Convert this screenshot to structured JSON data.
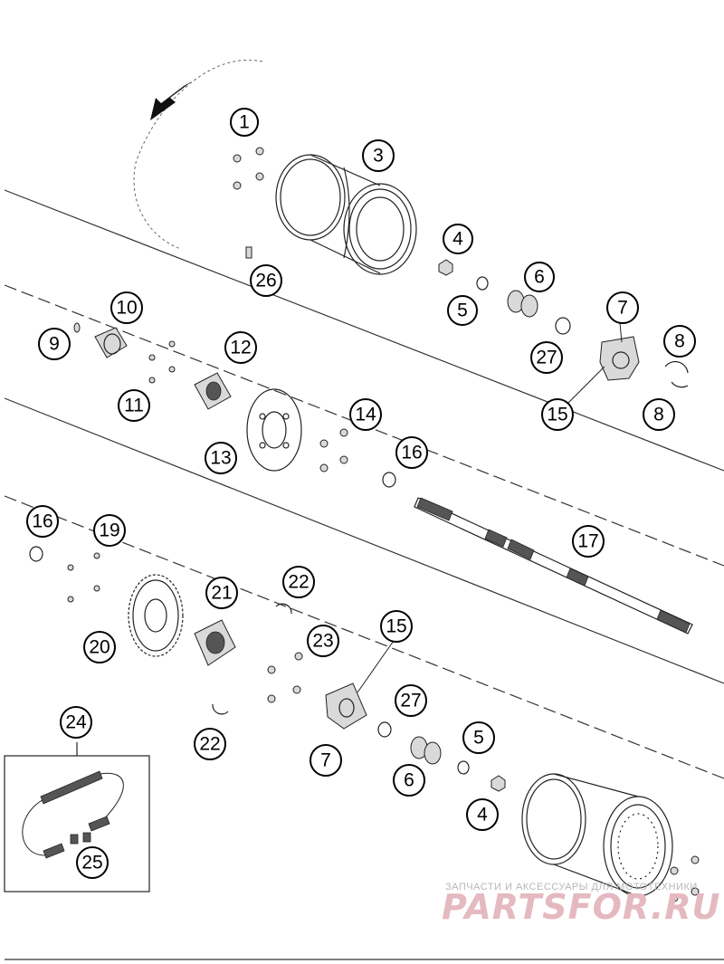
{
  "callouts": [
    {
      "id": "c1",
      "label": "1"
    },
    {
      "id": "c3",
      "label": "3"
    },
    {
      "id": "c26",
      "label": "26"
    },
    {
      "id": "c4a",
      "label": "4"
    },
    {
      "id": "c5a",
      "label": "5"
    },
    {
      "id": "c6a",
      "label": "6"
    },
    {
      "id": "c7a",
      "label": "7"
    },
    {
      "id": "c27a",
      "label": "27"
    },
    {
      "id": "c8a",
      "label": "8"
    },
    {
      "id": "c8b",
      "label": "8"
    },
    {
      "id": "c15a",
      "label": "15"
    },
    {
      "id": "c9",
      "label": "9"
    },
    {
      "id": "c10",
      "label": "10"
    },
    {
      "id": "c11",
      "label": "11"
    },
    {
      "id": "c12",
      "label": "12"
    },
    {
      "id": "c13",
      "label": "13"
    },
    {
      "id": "c14",
      "label": "14"
    },
    {
      "id": "c16a",
      "label": "16"
    },
    {
      "id": "c17",
      "label": "17"
    },
    {
      "id": "c16b",
      "label": "16"
    },
    {
      "id": "c19",
      "label": "19"
    },
    {
      "id": "c20",
      "label": "20"
    },
    {
      "id": "c21",
      "label": "21"
    },
    {
      "id": "c22a",
      "label": "22"
    },
    {
      "id": "c23",
      "label": "23"
    },
    {
      "id": "c15b",
      "label": "15"
    },
    {
      "id": "c27b",
      "label": "27"
    },
    {
      "id": "c22b",
      "label": "22"
    },
    {
      "id": "c7b",
      "label": "7"
    },
    {
      "id": "c6b",
      "label": "6"
    },
    {
      "id": "c5b",
      "label": "5"
    },
    {
      "id": "c4b",
      "label": "4"
    },
    {
      "id": "c24",
      "label": "24"
    },
    {
      "id": "c25",
      "label": "25"
    }
  ],
  "watermark": {
    "caption": "ЗАПЧАСТИ И АКСЕССУАРЫ ДЛЯ МОТОТЕХНИКИ",
    "brand": "PARTSFOR.RU"
  },
  "colors": {
    "line": "#222222",
    "watermark_brand": "#e4b9bf",
    "watermark_caption": "#b7b7b7"
  }
}
